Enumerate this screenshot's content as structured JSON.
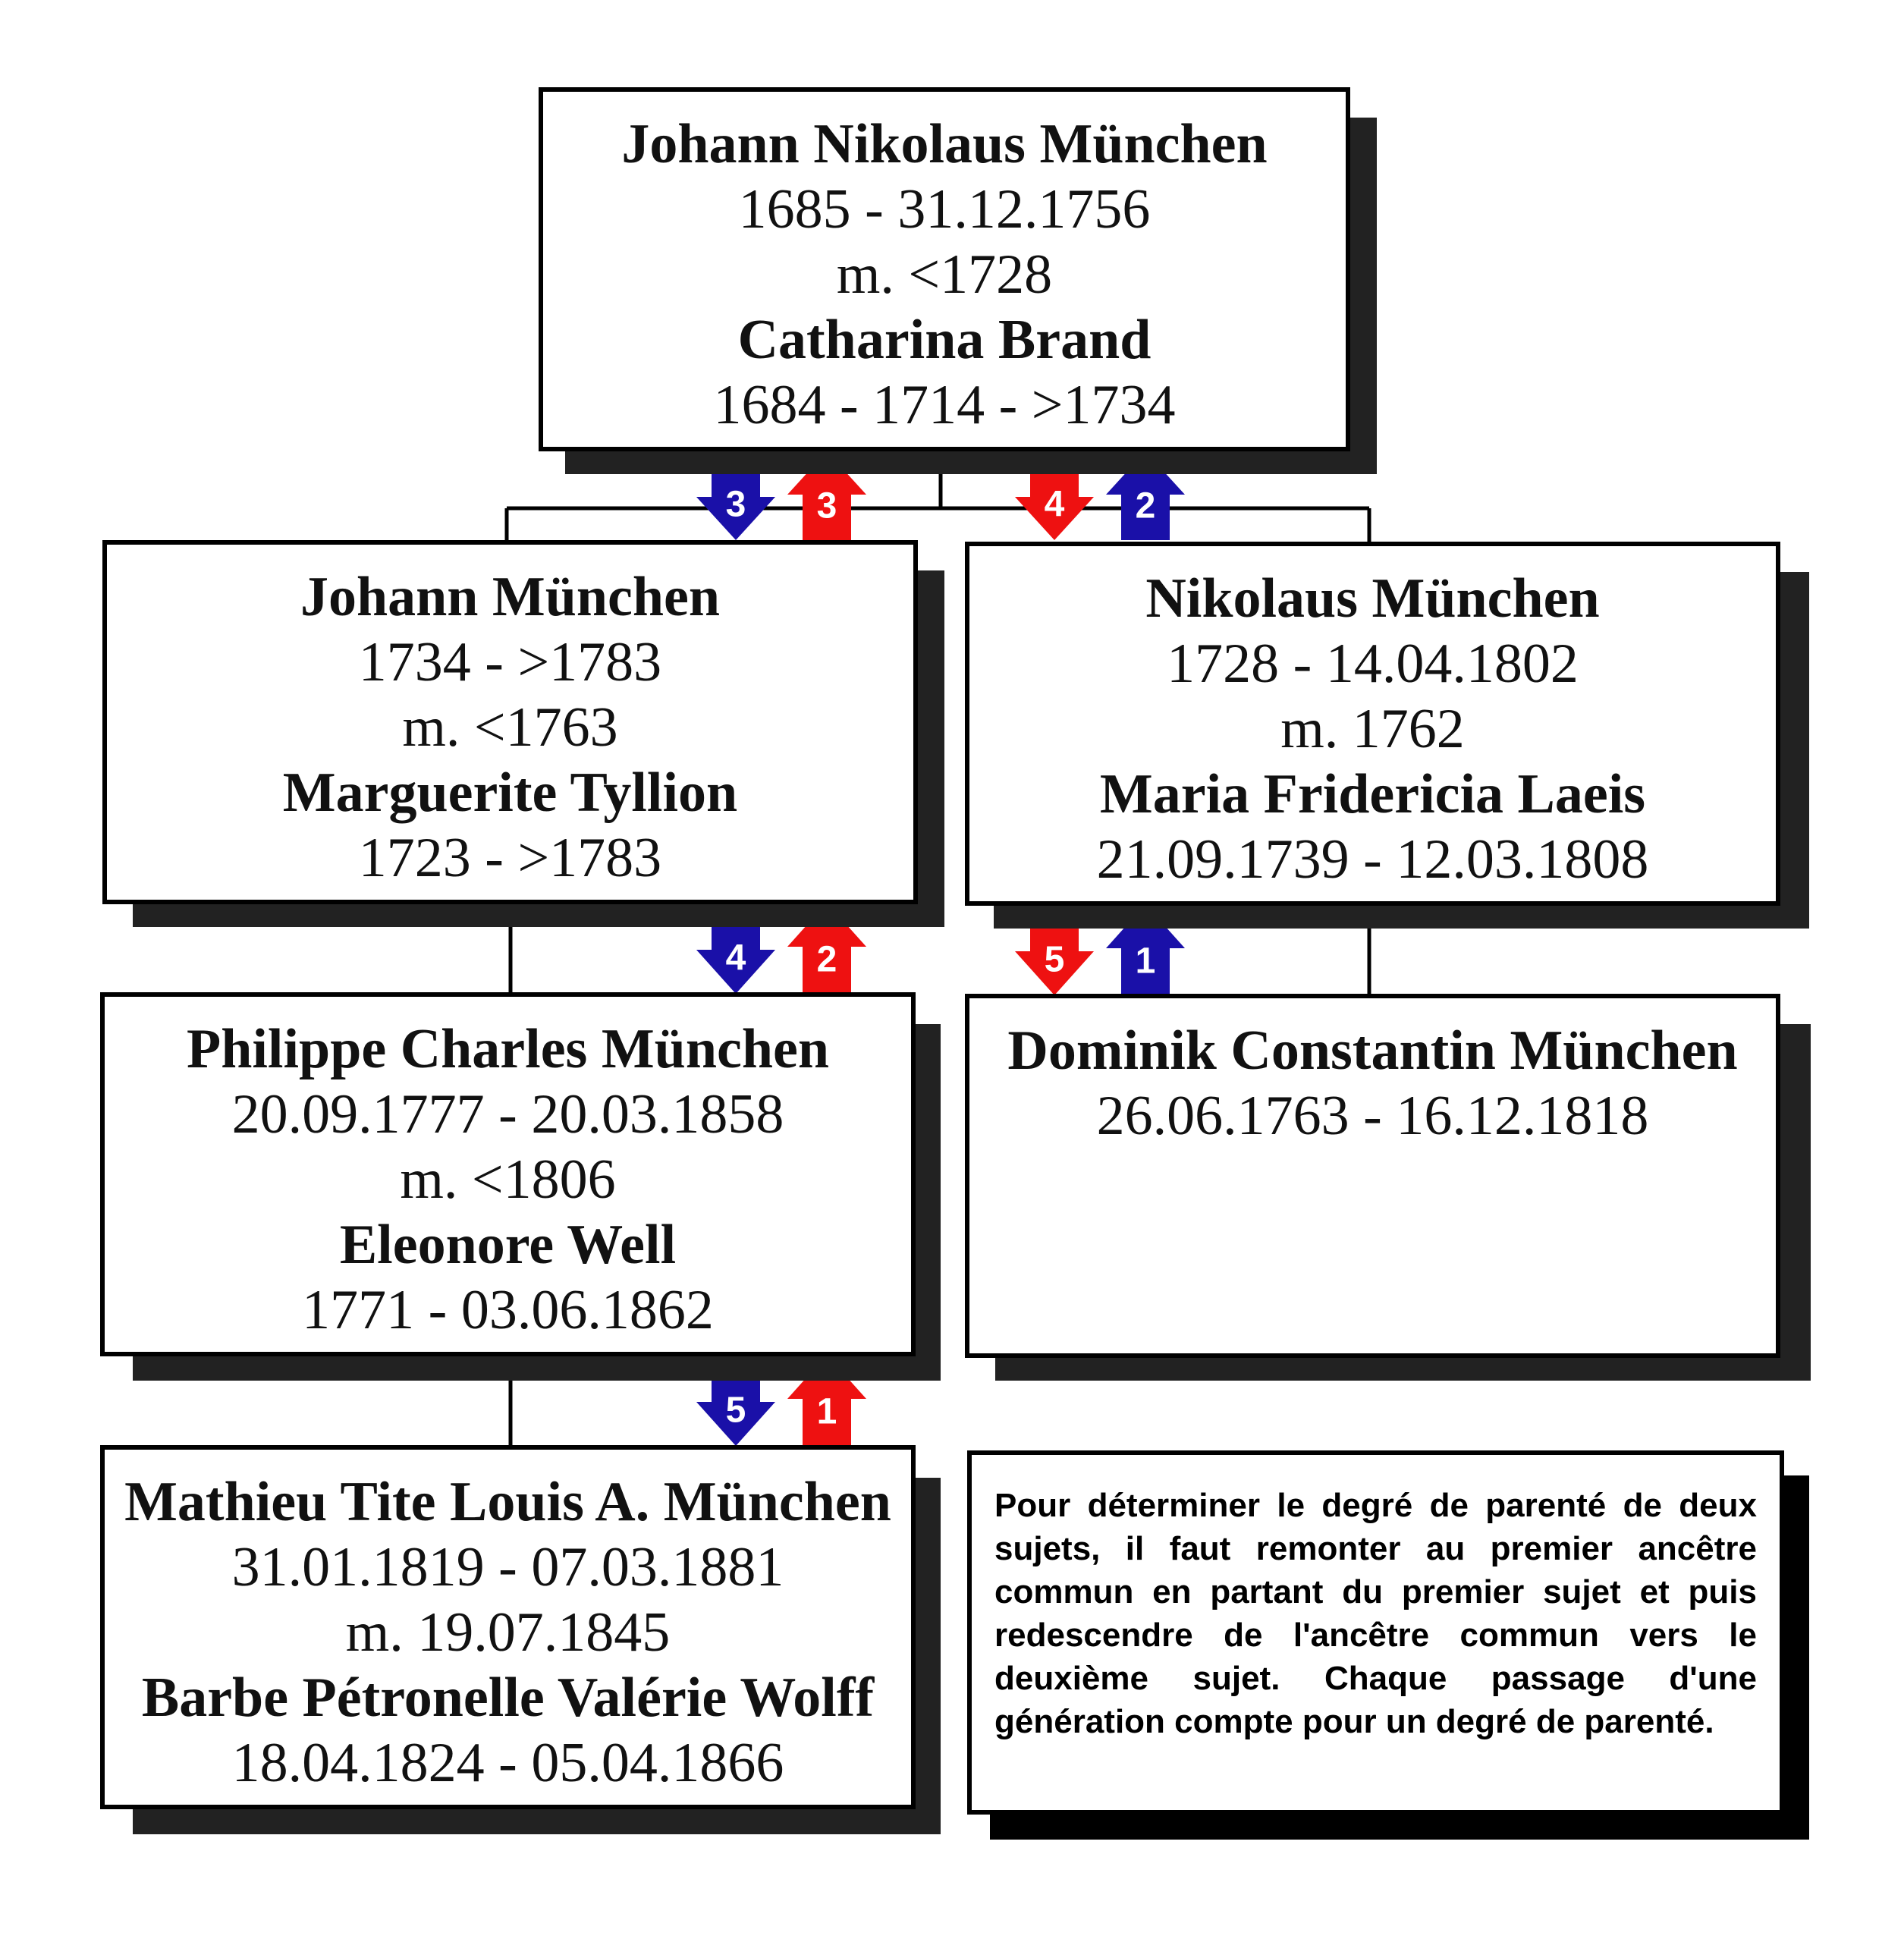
{
  "colors": {
    "descend": "#1a10a8",
    "ascend": "#ee1111",
    "shadow": "#222222"
  },
  "persons": {
    "root": {
      "name": "Johann Nikolaus München",
      "dates": "1685 - 31.12.1756",
      "marriage": "m. <1728",
      "spouse": "Catharina Brand",
      "spouse_dates": "1684 - 1714 - >1734"
    },
    "johann": {
      "name": "Johann München",
      "dates": "1734 - >1783",
      "marriage": "m. <1763",
      "spouse": "Marguerite Tyllion",
      "spouse_dates": "1723 - >1783"
    },
    "nikolaus": {
      "name": "Nikolaus München",
      "dates": "1728 - 14.04.1802",
      "marriage": "m. 1762",
      "spouse": "Maria Fridericia Laeis",
      "spouse_dates": "21.09.1739 - 12.03.1808"
    },
    "philippe": {
      "name": "Philippe Charles München",
      "dates": "20.09.1777 - 20.03.1858",
      "marriage": "m. <1806",
      "spouse": "Eleonore Well",
      "spouse_dates": "1771 - 03.06.1862"
    },
    "dominik": {
      "name": "Dominik Constantin München",
      "dates": "26.06.1763 - 16.12.1818"
    },
    "mathieu": {
      "name": "Mathieu Tite Louis A. München",
      "dates": "31.01.1819 - 07.03.1881",
      "marriage": "m. 19.07.1845",
      "spouse": "Barbe Pétronelle Valérie Wolff",
      "spouse_dates": "18.04.1824 - 05.04.1866"
    }
  },
  "note": "Pour déterminer le degré de parenté de deux sujets, il faut remonter au premier ancêtre commun en partant du premier sujet et puis redescendre de l'ancêtre commun vers le deuxième sujet. Chaque passage d'une génération compte pour un degré de parenté.",
  "arrows": {
    "a1": "3",
    "a2": "3",
    "a3": "4",
    "a4": "2",
    "b1": "4",
    "b2": "2",
    "b3": "5",
    "b4": "1",
    "c1": "5",
    "c2": "1"
  }
}
